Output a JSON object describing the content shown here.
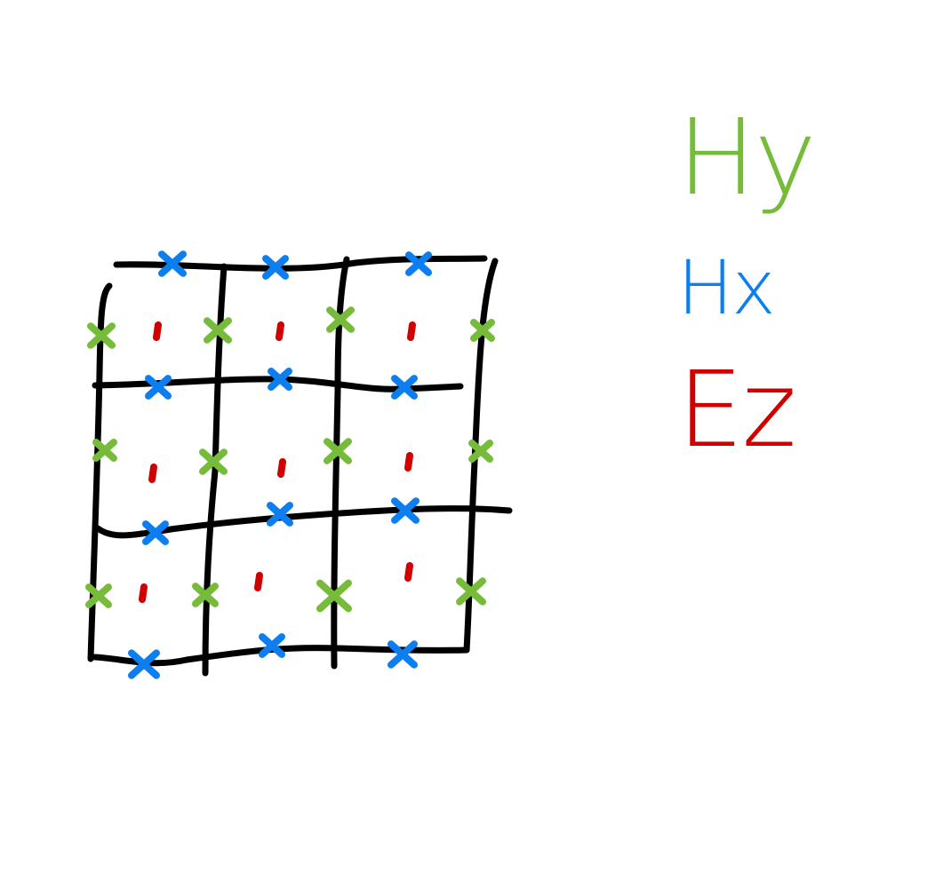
{
  "colors": {
    "grid": "#000000",
    "hy": "#76bc3a",
    "hx": "#0d7ef0",
    "ez": "#d00000"
  },
  "legend": {
    "hy": {
      "label": "Hy",
      "color": "#76bc3a"
    },
    "hx": {
      "label": "Hx",
      "color": "#0d7ef0"
    },
    "ez": {
      "label": "Ez",
      "color": "#d00000"
    }
  },
  "grid": {
    "rows": 3,
    "columns": 3
  },
  "markers": {
    "hy": "x-mark-icon",
    "hx": "x-mark-icon",
    "ez": "dot-icon"
  }
}
